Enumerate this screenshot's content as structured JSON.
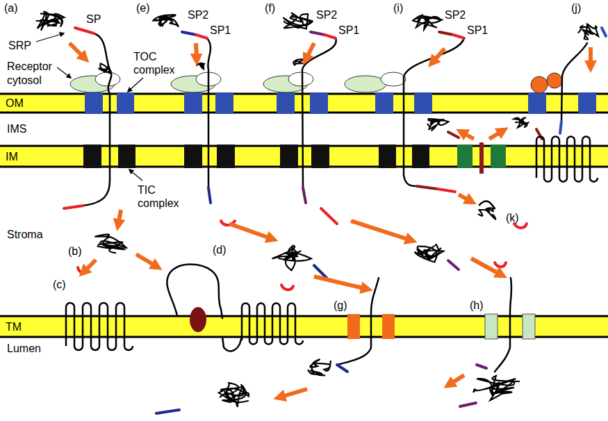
{
  "diagram": {
    "nodes": [
      {
        "text": [
          "OM"
        ]
      },
      {
        "text": [
          "IM"
        ]
      },
      {
        "text": [
          "TM"
        ]
      }
    ],
    "labels": [
      "(a)",
      "SP",
      "SRP",
      "Receptor",
      "cytosol",
      "TOC complex",
      "TIC complex",
      "(e)",
      "SP2",
      "SP1",
      "(f)",
      "SP2",
      "SP1",
      "(i)",
      "SP2",
      "SP1",
      "(j)",
      "IMS",
      "(k)",
      "Stroma",
      "(b)",
      "(c)",
      "(d)",
      "(g)",
      "(h)",
      "Lumen"
    ]
  }
}
